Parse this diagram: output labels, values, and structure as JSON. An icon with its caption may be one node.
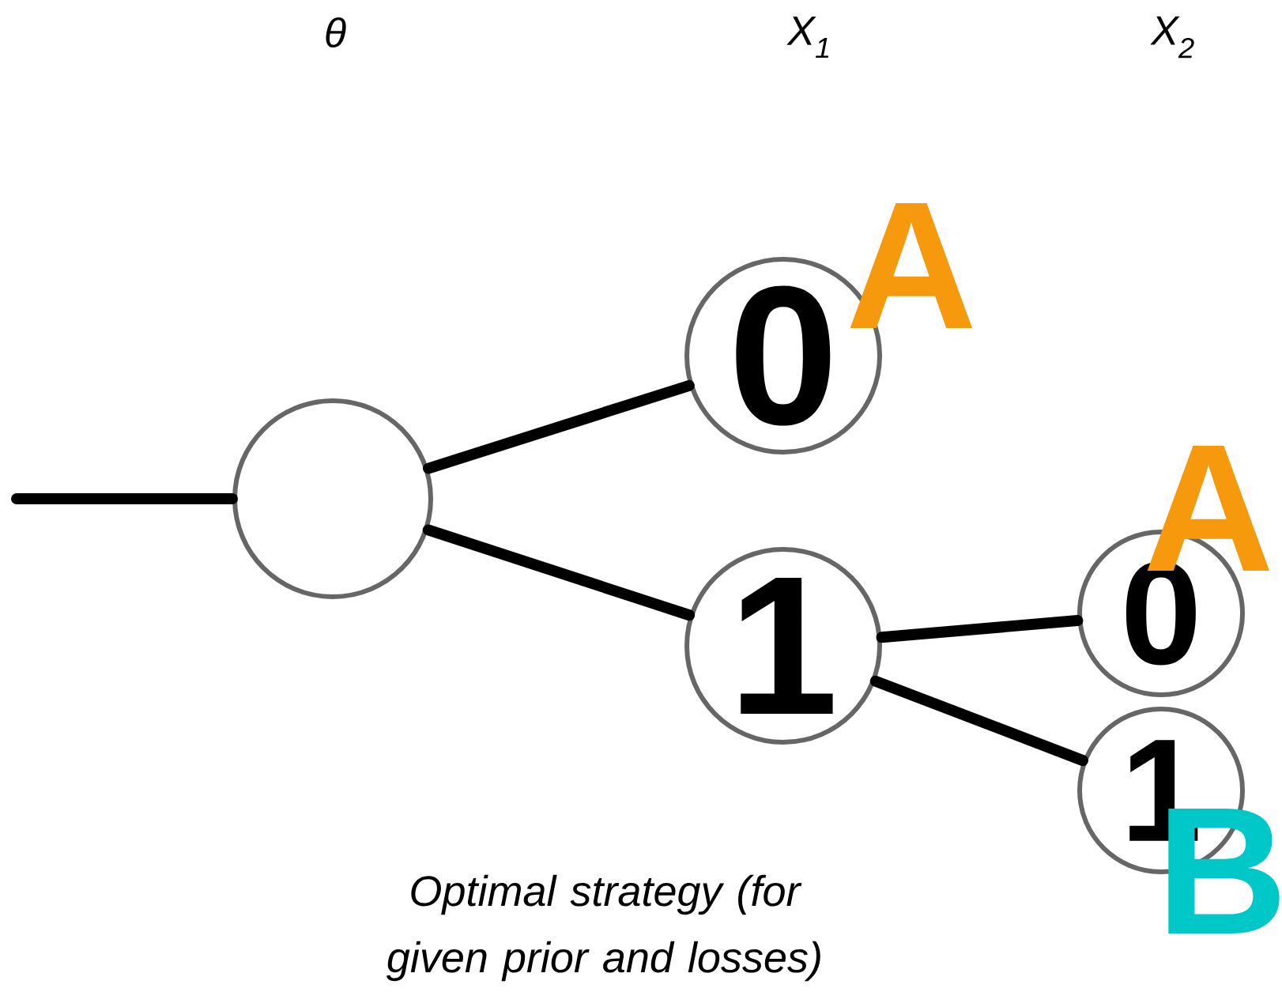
{
  "diagram": {
    "caption": "Optimal strategy (for given prior and losses)",
    "nodes": [
      {
        "text": [],
        "shape": "circle"
      },
      {
        "text": [
          "0"
        ],
        "beside": [
          "A"
        ]
      },
      {
        "text": [
          "1"
        ]
      },
      {
        "text": [
          "0"
        ],
        "beside": [
          "A"
        ]
      },
      {
        "text": [
          "1"
        ],
        "beside": [
          "B"
        ]
      }
    ],
    "edges": [
      {
        "from": null,
        "to": 0,
        "arrow": "none"
      },
      {
        "from": 0,
        "to": 1,
        "arrow": "none"
      },
      {
        "from": 0,
        "to": 2,
        "arrow": "none"
      },
      {
        "from": 2,
        "to": 3,
        "arrow": "none"
      },
      {
        "from": 2,
        "to": 4,
        "arrow": "none"
      }
    ],
    "labels": [
      "θ",
      "X$_{1}$",
      "X$_{2}$"
    ]
  }
}
